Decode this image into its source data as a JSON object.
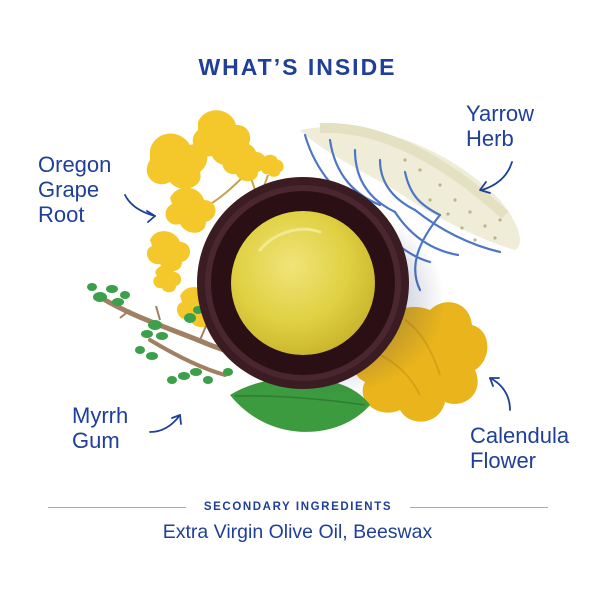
{
  "header": {
    "title": "WHAT’S INSIDE"
  },
  "ingredients": {
    "oregon": [
      "Oregon",
      "Grape",
      "Root"
    ],
    "yarrow": [
      "Yarrow",
      "Herb"
    ],
    "myrrh": [
      "Myrrh",
      "Gum"
    ],
    "calendula": [
      "Calendula",
      "Flower"
    ]
  },
  "secondary": {
    "title": "SECONDARY INGREDIENTS",
    "list": "Extra Virgin Olive Oil, Beeswax"
  },
  "colors": {
    "brand_blue": "#1f3f99",
    "flower_yellow": "#f2c52a",
    "calendula_orange": "#e9b41c",
    "leaf_green": "#3aa14a",
    "jar_brown": "#3b1c23",
    "salve_yellow": "#e4d84a"
  },
  "icons": [
    "oregon-grape-illustration",
    "yarrow-illustration",
    "myrrh-branch-illustration",
    "calendula-illustration",
    "salve-jar-illustration",
    "arrow-icon"
  ]
}
